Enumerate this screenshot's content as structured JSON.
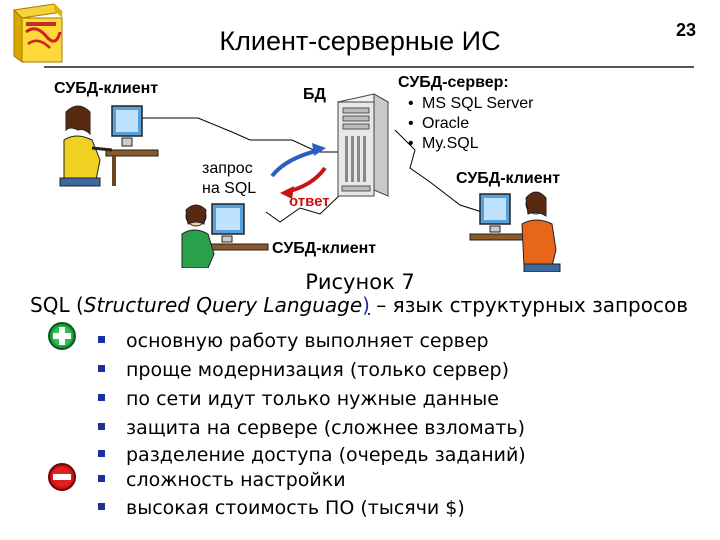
{
  "slide": {
    "title": "Клиент-серверные ИС",
    "number": "23"
  },
  "diagram": {
    "client_top_left": "СУБД-клиент",
    "db_label": "БД",
    "server_label": "СУБД-сервер:",
    "server_items": [
      "MS SQL Server",
      "Oracle",
      "My.SQL"
    ],
    "request_line1": "запрос",
    "request_line2": "на SQL",
    "answer": "ответ",
    "client_right": "СУБД-клиент",
    "client_bottom": "СУБД-клиент",
    "caption": "Рисунок 7"
  },
  "sql": {
    "abbr": "SQL",
    "open": " (",
    "full_name": "Structured Query Language",
    "close": ")",
    "description": " – язык структурных запросов"
  },
  "bullets": [
    "основную работу выполняет сервер",
    "проще модернизация (только сервер)",
    "по сети идут только нужные данные",
    "защита на сервере (сложнее взломать)",
    "разделение доступа (очередь заданий)",
    "сложность настройки",
    "высокая стоимость ПО (тысячи $)"
  ],
  "colors": {
    "pros_icon": "#1a9a3a",
    "cons_icon": "#cc1111",
    "bullet": "#1b2f9c",
    "answer_text": "#cc1111",
    "request_arrow": "#2b5fc4"
  },
  "icons": {
    "book": "software-box-icon",
    "plus": "plus-icon",
    "minus": "minus-icon"
  }
}
